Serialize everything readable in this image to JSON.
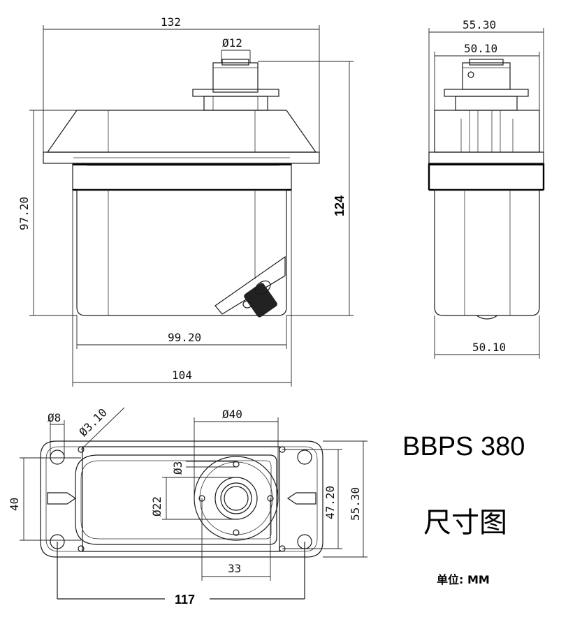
{
  "model": "BBPS 380",
  "subtitle": "尺寸图",
  "unit": "单位: MM",
  "front_view": {
    "overall_width": "132",
    "shaft_diameter": "Ø12",
    "body_height": "97.20",
    "overall_height": "124",
    "body_width": "99.20",
    "base_width": "104"
  },
  "side_view": {
    "flange_width": "55.30",
    "top_width": "50.10",
    "bottom_width": "50.10"
  },
  "bottom_view": {
    "hole_dia": "Ø8",
    "screw_dia": "Ø3.10",
    "boss_dia": "Ø40",
    "small_hole": "Ø3",
    "inner_dia": "Ø22",
    "height_left": "40",
    "height_inner": "47.20",
    "height_outer": "55.30",
    "bolt_spacing": "33",
    "mount_spacing": "117"
  }
}
